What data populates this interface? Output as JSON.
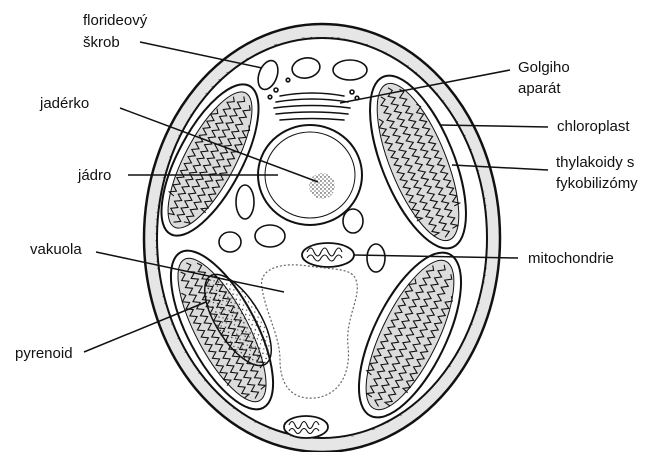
{
  "diagram": {
    "labels": {
      "floridean_starch": [
        "florideový",
        "škrob"
      ],
      "golgi": [
        "Golgiho",
        "aparát"
      ],
      "nucleolus": "jadérko",
      "chloroplast": "chloroplast",
      "nucleus": "jádro",
      "thylakoids": [
        "thylakoidy s",
        "fykobilizómy"
      ],
      "vacuole": "vakuola",
      "mitochondrion": "mitochondrie",
      "pyrenoid": "pyrenoid"
    }
  }
}
